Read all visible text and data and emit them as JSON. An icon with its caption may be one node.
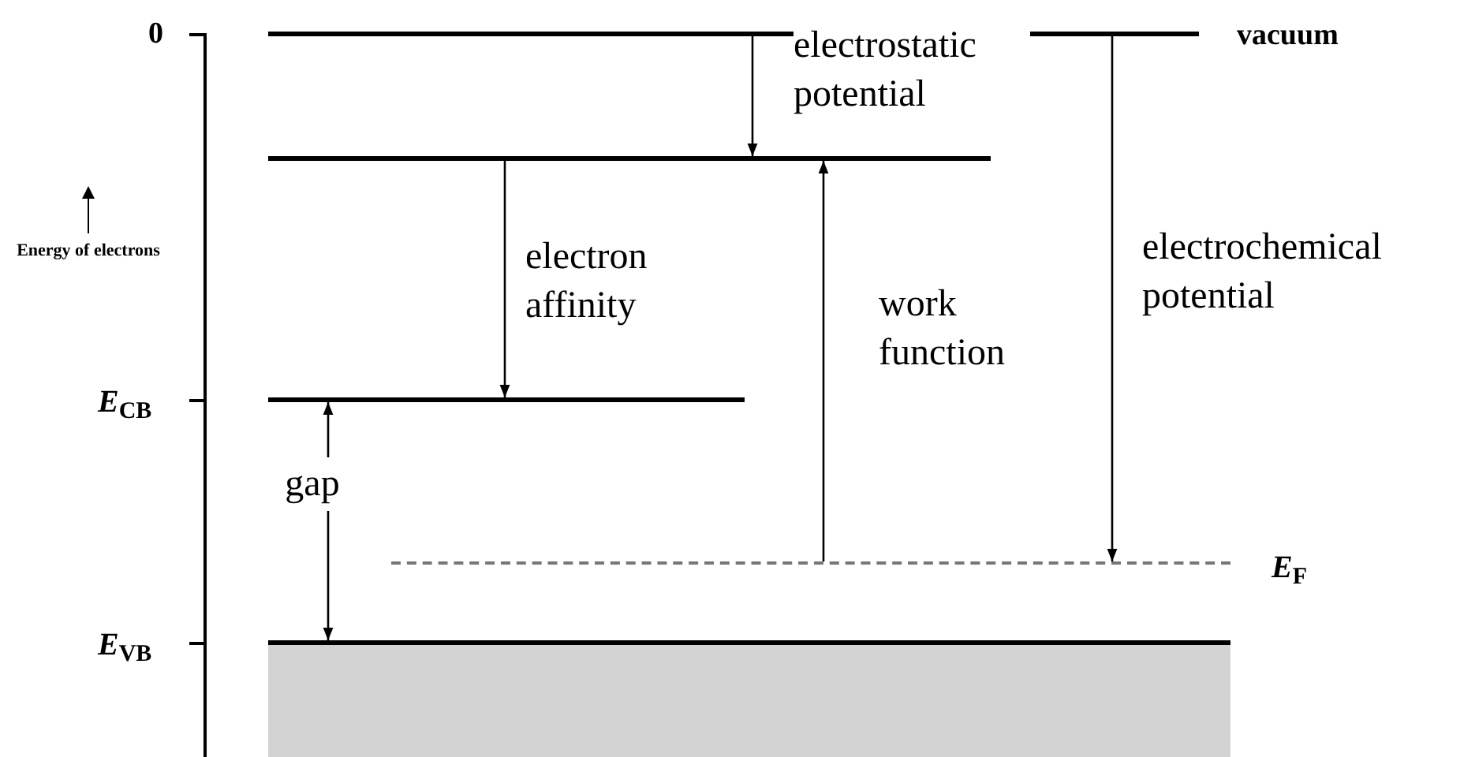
{
  "diagram": {
    "nodes": [
      {
        "text": [],
        "shape": "bar",
        "beside": [
          "vacuum"
        ]
      },
      {
        "text": [],
        "shape": "bar"
      },
      {
        "text": [],
        "shape": "bar"
      },
      {
        "text": [],
        "shape": "line",
        "beside": [
          "*E*$_{F}$"
        ]
      },
      {
        "text": [],
        "shape": "band"
      },
      {
        "text": [
          "gap"
        ]
      }
    ],
    "edges": [
      {
        "from": 0,
        "to": 1,
        "arrow": "to",
        "label": "electrostatic potential"
      },
      {
        "from": 1,
        "to": 2,
        "arrow": "to",
        "label": "electron affinity"
      },
      {
        "from": 3,
        "to": 1,
        "arrow": "to",
        "label": "work function"
      },
      {
        "from": 0,
        "to": 3,
        "arrow": "to",
        "label": "electrochemical potential"
      },
      {
        "from": 5,
        "to": 2,
        "arrow": "to"
      },
      {
        "from": 5,
        "to": 4,
        "arrow": "to"
      }
    ],
    "labels": [
      "0",
      "Energy of electrons",
      "*E*$_{CB}$",
      "*E*$_{VB}$"
    ]
  }
}
